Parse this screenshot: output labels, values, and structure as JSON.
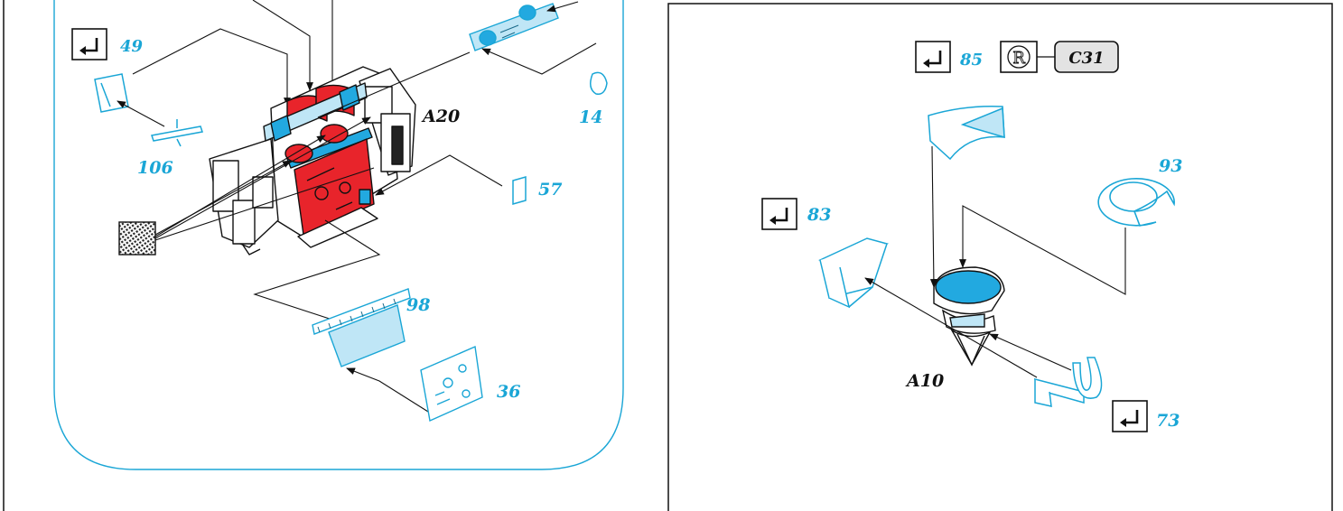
{
  "left_panel": {
    "step_labels": {
      "p49": "49",
      "p106": "106",
      "p14": "14",
      "p57": "57",
      "p98": "98",
      "p36": "36"
    },
    "assembly_label": "A20"
  },
  "right_panel": {
    "step_labels": {
      "p85": "85",
      "p93": "93",
      "p83": "83",
      "p73": "73"
    },
    "assembly_label": "A10",
    "registered_symbol": "R",
    "color_code": "C31"
  },
  "colors": {
    "photoetch_blue": "#1aa6d6",
    "fill_blue": "#22a9e0",
    "light_blue": "#bfe6f6",
    "part_red": "#e8242b",
    "line_black": "#111111",
    "callout_gray": "#e3e3e3"
  },
  "icons": [
    "bend-check-icon",
    "registered-icon",
    "mesh-texture-icon"
  ]
}
